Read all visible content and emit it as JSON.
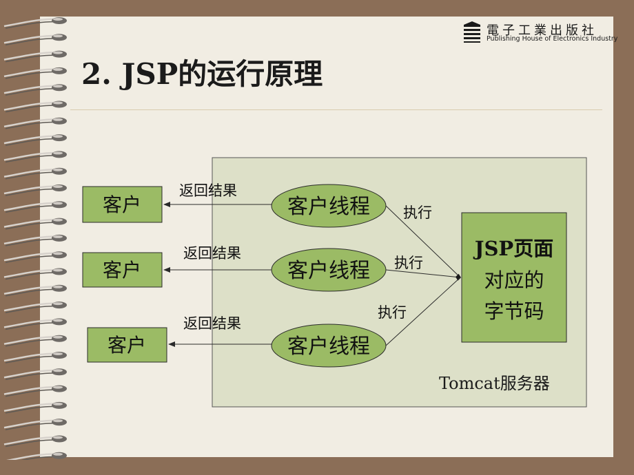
{
  "publisher": {
    "name_cn": "電子工業出版社",
    "name_en": "Publishing House of Electronics Industry"
  },
  "title": "2. JSP的运行原理",
  "diagram": {
    "server_label": "Tomcat服务器",
    "clients": [
      "客户",
      "客户",
      "客户"
    ],
    "threads": [
      "客户线程",
      "客户线程",
      "客户线程"
    ],
    "return_labels": [
      "返回结果",
      "返回结果",
      "返回结果"
    ],
    "execute_labels": [
      "执行",
      "执行",
      "执行"
    ],
    "bytecode_lines": [
      "JSP页面",
      "对应的",
      "字节码"
    ]
  },
  "colors": {
    "page_bg": "#f1ede3",
    "frame_bg": "#8b6e57",
    "server_fill": "#dde0c8",
    "node_fill": "#9bbb65",
    "stroke": "#2a2a2a"
  }
}
